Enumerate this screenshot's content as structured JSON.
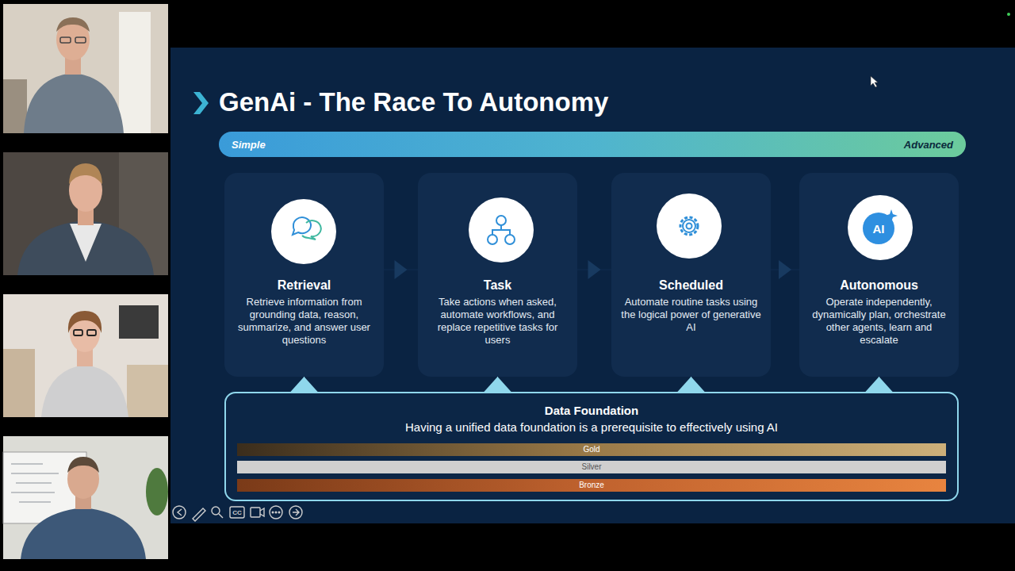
{
  "diagram": {
    "title": "GenAi - The Race To Autonomy",
    "nodes": [
      {
        "text": [
          "Simple",
          "Advanced"
        ]
      },
      {
        "text": [
          "Retrieval",
          "Retrieve information from grounding data, reason, summarize, and answer user questions"
        ]
      },
      {
        "text": [
          "Task",
          "Take actions when asked, automate workflows, and replace repetitive tasks for users"
        ]
      },
      {
        "text": [
          "Scheduled",
          "Automate routine tasks using the logical power of generative AI"
        ]
      },
      {
        "text": [
          "Autonomous",
          "Operate independently, dynamically plan, orchestrate other agents, learn and escalate"
        ]
      },
      {
        "text": [
          "Data Foundation",
          "Having a unified data foundation is a prerequisite to effectively using AI"
        ]
      },
      {
        "text": [
          "Gold"
        ],
        "in": 5
      },
      {
        "text": [
          "Silver"
        ],
        "in": 5
      },
      {
        "text": [
          "Bronze"
        ],
        "in": 5
      }
    ],
    "edges": [
      {
        "from": 1,
        "to": 2,
        "arrow": "to"
      },
      {
        "from": 2,
        "to": 3,
        "arrow": "to"
      },
      {
        "from": 3,
        "to": 4,
        "arrow": "to"
      },
      {
        "from": 5,
        "to": 1,
        "arrow": "to"
      },
      {
        "from": 5,
        "to": 2,
        "arrow": "to"
      },
      {
        "from": 5,
        "to": 3,
        "arrow": "to"
      },
      {
        "from": 5,
        "to": 4,
        "arrow": "to"
      }
    ],
    "labels": [
      "AI",
      "CC"
    ]
  }
}
